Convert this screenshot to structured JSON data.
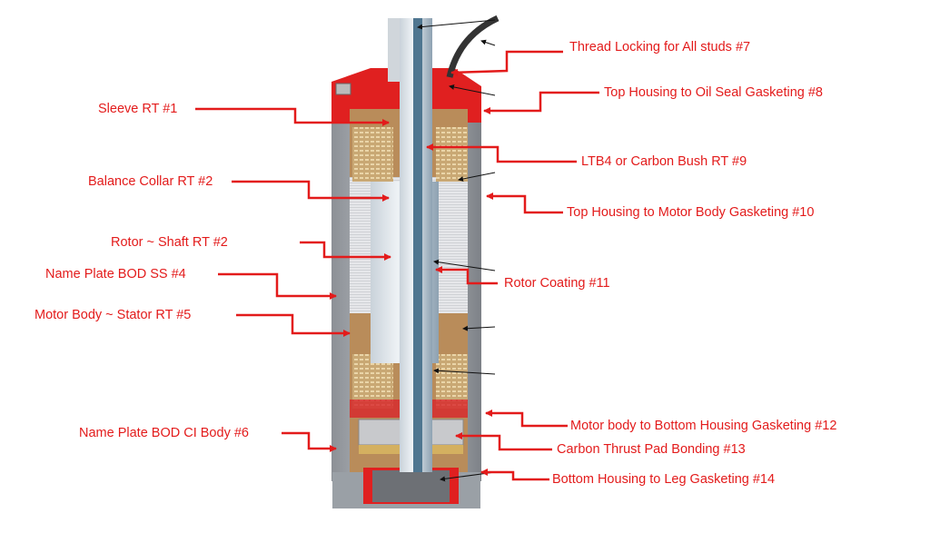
{
  "colors": {
    "label": "#e31b1b",
    "seal": "#e02020",
    "body": "#9a9ea3",
    "winding": "#c9a874",
    "shaft": "#5b7f99"
  },
  "labels": [
    {
      "id": "1",
      "text": "Sleeve RT #1"
    },
    {
      "id": "2",
      "text": "Balance Collar RT #2"
    },
    {
      "id": "3",
      "text": "Rotor ~ Shaft RT #2"
    },
    {
      "id": "4",
      "text": "Name Plate BOD SS #4"
    },
    {
      "id": "5",
      "text": "Motor Body ~ Stator RT #5"
    },
    {
      "id": "6",
      "text": "Name Plate BOD CI Body #6"
    },
    {
      "id": "7",
      "text": "Thread Locking for All studs #7"
    },
    {
      "id": "8",
      "text": "Top Housing to Oil Seal Gasketing #8"
    },
    {
      "id": "9",
      "text": "LTB4 or Carbon Bush RT #9"
    },
    {
      "id": "10",
      "text": "Top Housing to Motor Body Gasketing #10"
    },
    {
      "id": "11",
      "text": "Rotor Coating #11"
    },
    {
      "id": "12",
      "text": "Motor body to Bottom Housing Gasketing #12"
    },
    {
      "id": "13",
      "text": "Carbon Thrust Pad Bonding #13"
    },
    {
      "id": "14",
      "text": "Bottom Housing to Leg Gasketing #14"
    }
  ]
}
